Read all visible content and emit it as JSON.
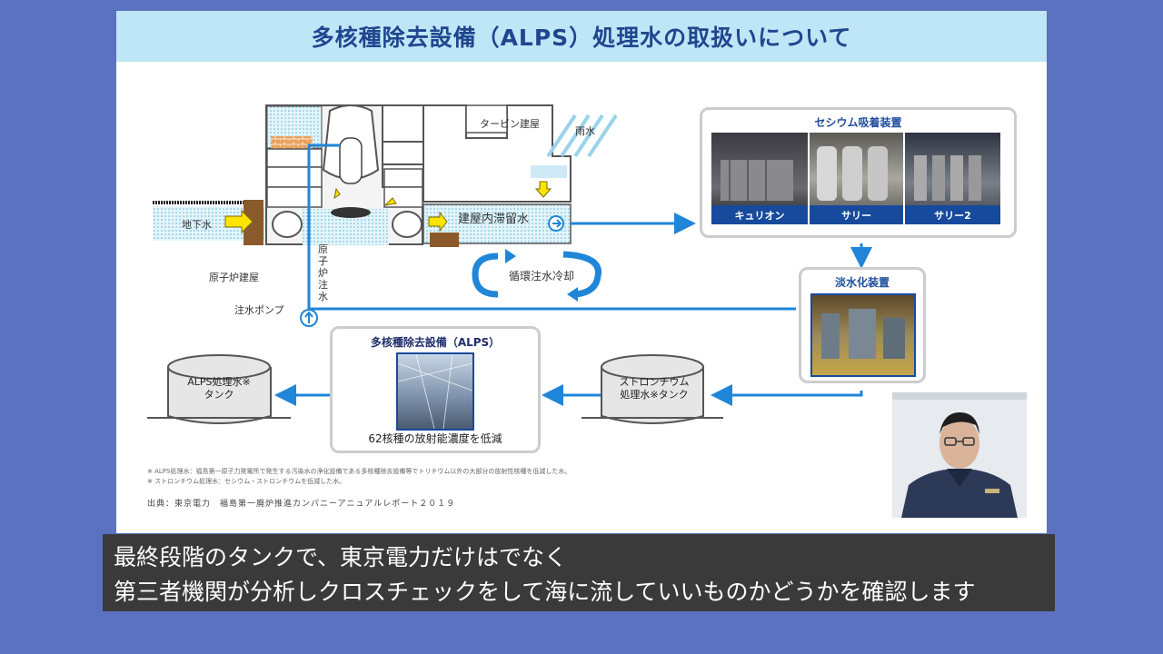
{
  "slide": {
    "title": "多核種除去設備（ALPS）処理水の取扱いについて"
  },
  "diagram": {
    "labels": {
      "turbine_building": "タービン建屋",
      "rain": "雨水",
      "groundwater": "地下水",
      "stagnant_water": "建屋内滞留水",
      "reactor_building": "原子炉建屋",
      "reactor_injection": "原子炉注水",
      "injection_pump": "注水ポンプ",
      "circulation_cooling": "循環注水冷却"
    },
    "cesium": {
      "title": "セシウム吸着装置",
      "photos": [
        "キュリオン",
        "サリー",
        "サリー2"
      ]
    },
    "desalination": {
      "title": "淡水化装置"
    },
    "alps": {
      "title": "多核種除去設備（ALPS）",
      "caption": "62核種の放射能濃度を低減"
    },
    "tanks": {
      "strontium": "ストロンチウム処理水※タンク",
      "strontium_line1": "ストロンチウム",
      "strontium_line2": "処理水※タンク",
      "alps_line1": "ALPS処理水※",
      "alps_line2": "タンク"
    },
    "notes": [
      "※ ALPS処理水：福島第一原子力発電所で発生する汚染水の浄化設備である多核種除去設備等でトリチウム以外の大部分の放射性核種を低減した水。",
      "※ ストロンチウム処理水：セシウム・ストロンチウムを低減した水。"
    ],
    "source": "出典：東京電力　福島第一廃炉推進カンパニーアニュアルレポート２０１９"
  },
  "subtitles": {
    "line1": "最終段階のタンクで、東京電力だけはでなく",
    "line2": "第三者機関が分析しクロスチェックをして海に流していいものかどうかを確認します"
  },
  "colors": {
    "background": "#5a72bf",
    "title_bar": "#bfe6f7",
    "title_text": "#20468f",
    "flow_arrow": "#1f86d8",
    "subtitle_bg": "#3a3a3a"
  }
}
